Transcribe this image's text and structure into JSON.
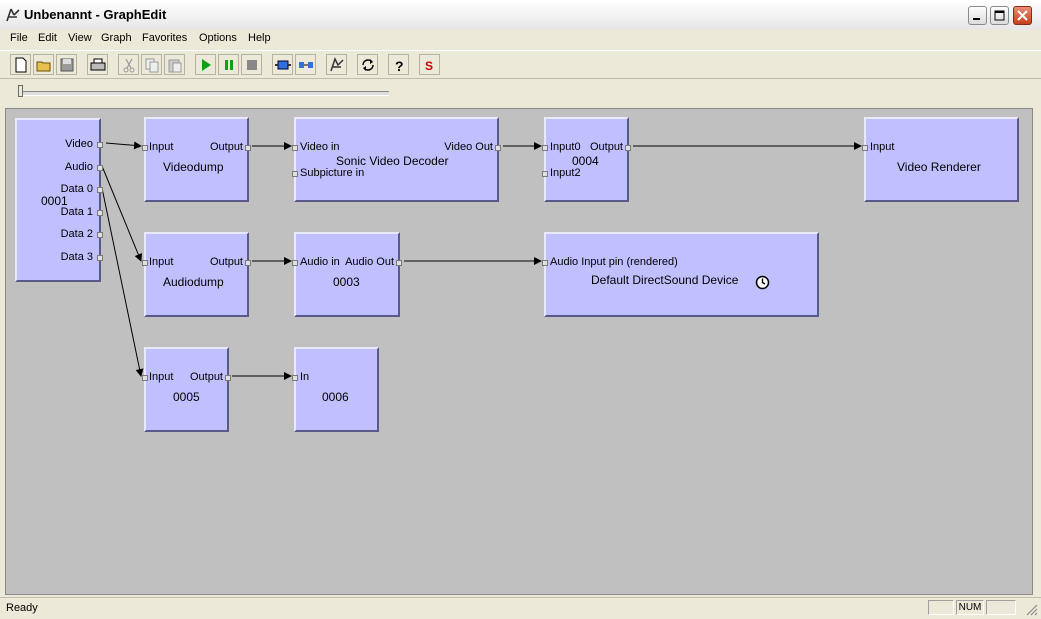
{
  "window": {
    "title": "Unbenannt - GraphEdit"
  },
  "menu": [
    "File",
    "Edit",
    "View",
    "Graph",
    "Favorites",
    "Options",
    "Help"
  ],
  "toolbar": [
    "new-icon",
    "open-icon",
    "save-icon",
    "print-icon",
    "cut-icon",
    "copy-icon",
    "paste-icon",
    "play-icon",
    "pause-icon",
    "stop-icon",
    "filter-icon",
    "connect-icon",
    "graphedit-icon",
    "refresh-icon",
    "help-icon",
    "sync-icon"
  ],
  "filters": {
    "f0001": {
      "name": "0001",
      "pins": [
        "Video",
        "Audio",
        "Data 0",
        "Data 1",
        "Data 2",
        "Data 3"
      ]
    },
    "videodump": {
      "name": "Videodump",
      "in": "Input",
      "out": "Output"
    },
    "decoder": {
      "name": "Sonic Video Decoder",
      "in": [
        "Video in",
        "Subpicture in"
      ],
      "out": "Video Out"
    },
    "f0004": {
      "name": "0004",
      "in": [
        "Input0",
        "Input2"
      ],
      "out": "Output"
    },
    "renderer": {
      "name": "Video Renderer",
      "in": "Input"
    },
    "audiodump": {
      "name": "Audiodump",
      "in": "Input",
      "out": "Output"
    },
    "f0003": {
      "name": "0003",
      "in": "Audio in",
      "out": "Audio Out"
    },
    "dsound": {
      "name": "Default DirectSound Device",
      "in": "Audio Input pin (rendered)"
    },
    "f0005": {
      "name": "0005",
      "in": "Input",
      "out": "Output"
    },
    "f0006": {
      "name": "0006",
      "in": "In"
    }
  },
  "status": {
    "text": "Ready",
    "num": "NUM"
  },
  "colors": {
    "filter_fill": "#c0c0ff",
    "canvas": "#c0c0c0",
    "chrome": "#ece9d8"
  }
}
